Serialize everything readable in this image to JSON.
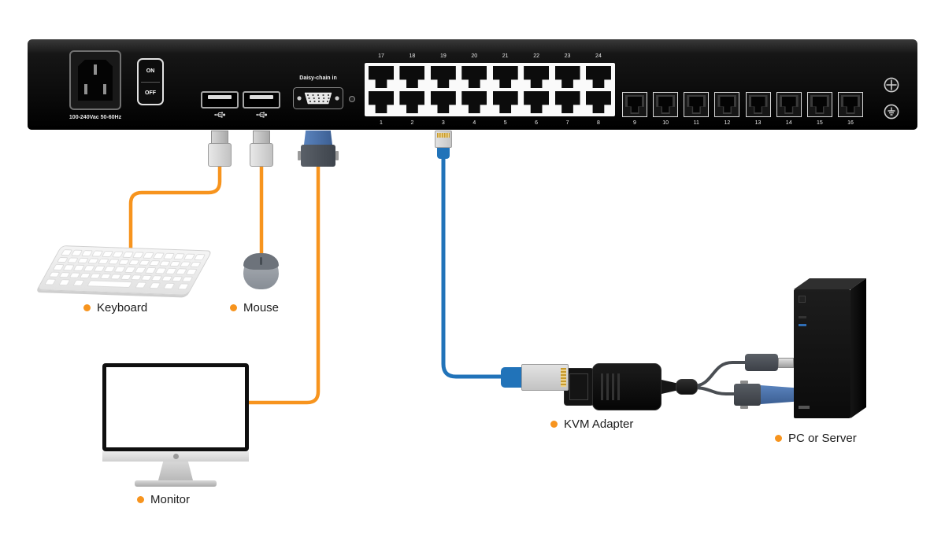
{
  "device": {
    "power_rating": "100-240Vac 50-60Hz",
    "power_switch": {
      "on": "ON",
      "off": "OFF"
    },
    "daisy_chain_label": "Daisy-chain in",
    "ports_top_row": [
      "17",
      "18",
      "19",
      "20",
      "21",
      "22",
      "23",
      "24"
    ],
    "ports_bottom_left": [
      "1",
      "2",
      "3",
      "4",
      "5",
      "6",
      "7",
      "8"
    ],
    "ports_bottom_right": [
      "9",
      "10",
      "11",
      "12",
      "13",
      "14",
      "15",
      "16"
    ]
  },
  "peripherals": {
    "keyboard_label": "Keyboard",
    "mouse_label": "Mouse",
    "monitor_label": "Monitor",
    "kvm_adapter_label": "KVM Adapter",
    "pc_label": "PC or Server"
  },
  "colors": {
    "cable_orange": "#F7941E",
    "cable_blue": "#2173B9",
    "label_bullet_orange": "#F7941E",
    "chassis_black": "#0d0d0d"
  },
  "icons": {
    "usb_port_symbol": "usb-trident-icon",
    "chassis_screw_symbol": "screw-cross-icon",
    "chassis_ground_symbol": "ground-icon"
  }
}
